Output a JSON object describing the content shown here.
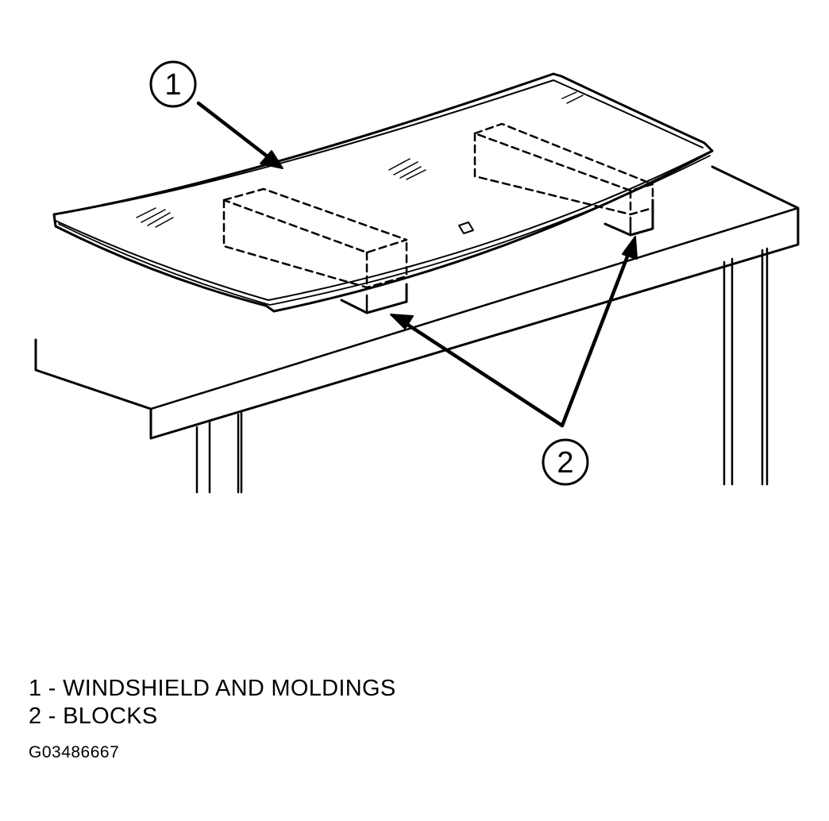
{
  "callouts": [
    {
      "number": "1",
      "label": "WINDSHIELD AND MOLDINGS"
    },
    {
      "number": "2",
      "label": "BLOCKS"
    }
  ],
  "legend": [
    {
      "number": "1",
      "separator": " - ",
      "label": "WINDSHIELD AND MOLDINGS"
    },
    {
      "number": "2",
      "separator": " - ",
      "label": "BLOCKS"
    }
  ],
  "figure_id": "G03486667",
  "colors": {
    "ink": "#000000",
    "paper": "#ffffff"
  }
}
